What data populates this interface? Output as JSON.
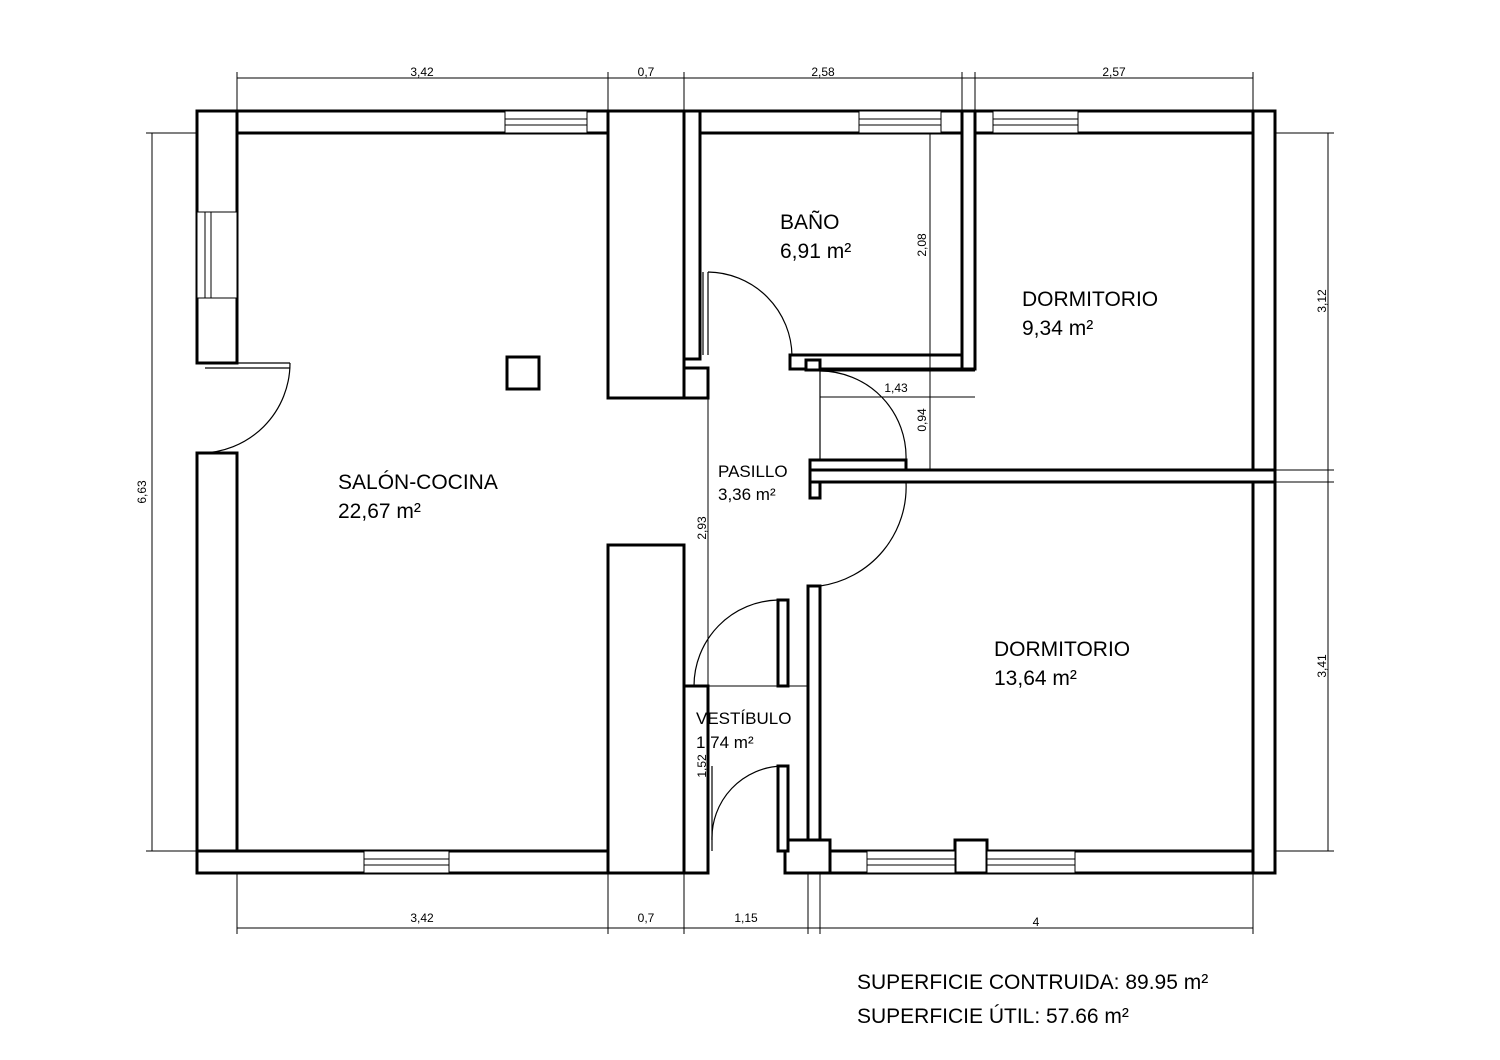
{
  "rooms": {
    "salon": {
      "name": "SALÓN-COCINA",
      "area": "22,67 m²"
    },
    "bano": {
      "name": "BAÑO",
      "area": "6,91 m²"
    },
    "dorm1": {
      "name": "DORMITORIO",
      "area": "9,34 m²"
    },
    "dorm2": {
      "name": "DORMITORIO",
      "area": "13,64 m²"
    },
    "pasillo": {
      "name": "PASILLO",
      "area": "3,36 m²"
    },
    "vestibulo": {
      "name": "VESTÍBULO",
      "area": "1,74 m²"
    }
  },
  "dimensions": {
    "top": [
      "3,42",
      "0,7",
      "2,58",
      "2,57"
    ],
    "bottom": [
      "3,42",
      "0,7",
      "1,15",
      "4"
    ],
    "left": "6,63",
    "right": [
      "3,12",
      "3,41"
    ],
    "inner": {
      "bano_height": "2,08",
      "passage_width": "1,43",
      "passage_height": "0,94",
      "pasillo_height": "2,93",
      "vestibulo_height": "1,52"
    }
  },
  "summary": {
    "construida": "SUPERFICIE CONTRUIDA: 89.95 m²",
    "util": "SUPERFICIE ÚTIL: 57.66 m²"
  }
}
